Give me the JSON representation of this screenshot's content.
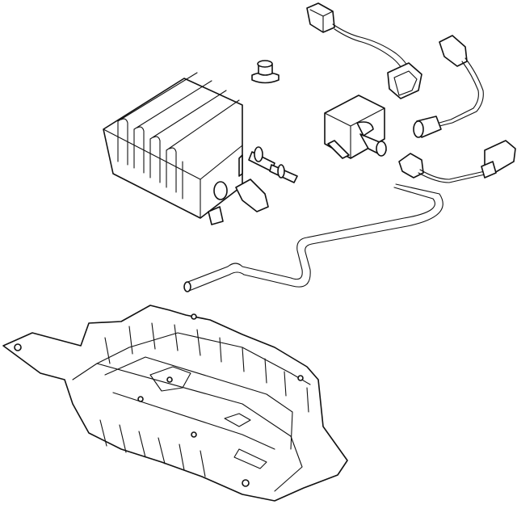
{
  "diagram": {
    "colors": {
      "line": "#111111",
      "background": "#ffffff"
    },
    "parts": [
      "vapor-canister",
      "canister-grommet",
      "purge-valve",
      "vent-hose",
      "wiring-harness-upper",
      "wiring-harness-right",
      "sensor-pigtail",
      "canister-tray"
    ]
  }
}
